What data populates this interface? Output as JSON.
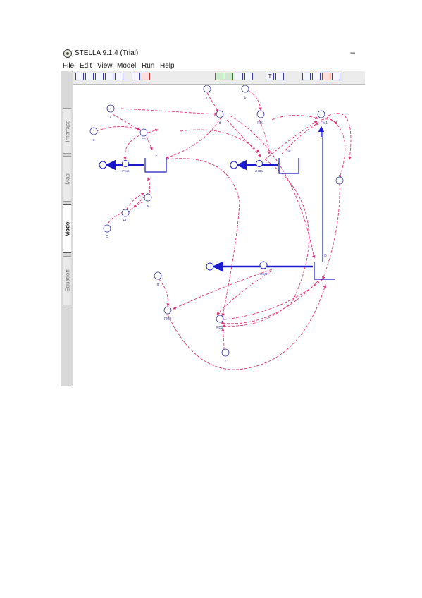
{
  "window": {
    "title": "STELLA 9.1.4 (Trial)",
    "minimize_symbol": "–"
  },
  "menu": [
    "File",
    "Edit",
    "View",
    "Model",
    "Run",
    "Help"
  ],
  "tabs": {
    "interface": "Interface",
    "map": "Map",
    "model": "Model",
    "equation": "Equation",
    "active": "Model"
  },
  "toolbar": {
    "text_tool": "T"
  },
  "diagram": {
    "labels": {
      "c": "c",
      "a": "a",
      "FF": "FF",
      "r": "r",
      "b": "b",
      "d": "d",
      "FD1": "FD1",
      "FM1": "FM1",
      "F": "F",
      "IPSat": "IPSat",
      "K": "K",
      "FC": "FC",
      "C": "C",
      "rat": "rat",
      "JHBat": "JHBat",
      "D": "D",
      "DCat": "DCat",
      "g": "g",
      "FM2": "FM2",
      "FD2": "FD2",
      "f": "f"
    }
  },
  "colors": {
    "stock_flow": "#1a1acc",
    "connector": "#e0307a",
    "converter": "#3a3aa0"
  }
}
